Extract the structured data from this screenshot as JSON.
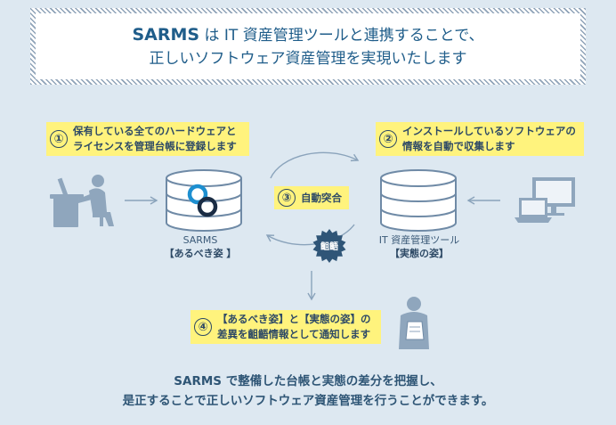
{
  "header": {
    "brand": "SARMS",
    "line1_rest": " は IT 資産管理ツールと連携することで、",
    "line2": "正しいソフトウェア資産管理を実現いたします"
  },
  "steps": [
    {
      "num": "①",
      "lines": [
        "保有している全てのハードウェアと",
        "ライセンスを管理台帳に登録します"
      ]
    },
    {
      "num": "②",
      "lines": [
        "インストールしているソフトウェアの",
        "情報を自動で収集します"
      ]
    },
    {
      "num": "③",
      "lines": [
        "自動突合"
      ]
    },
    {
      "num": "④",
      "lines": [
        "【あるべき姿】と【実態の姿】の",
        "差異を齟齬情報として通知します"
      ]
    }
  ],
  "sarms_db": {
    "name": "SARMS",
    "tag": "【あるべき姿 】"
  },
  "itam_db": {
    "name": "IT 資産管理ツール",
    "tag": "【実態の姿】"
  },
  "badge": {
    "label": "齟齬"
  },
  "footer": {
    "line1": "SARMS で整備した台帳と実態の差分を把握し、",
    "line2": "是正することで正しいソフトウェア資産管理を行うことができます。"
  },
  "colors": {
    "background": "#dde8f1",
    "callout": "#fff37d",
    "header_text": "#1f5d8a",
    "icon": "#8fa6bd",
    "badge": "#2f5577"
  }
}
